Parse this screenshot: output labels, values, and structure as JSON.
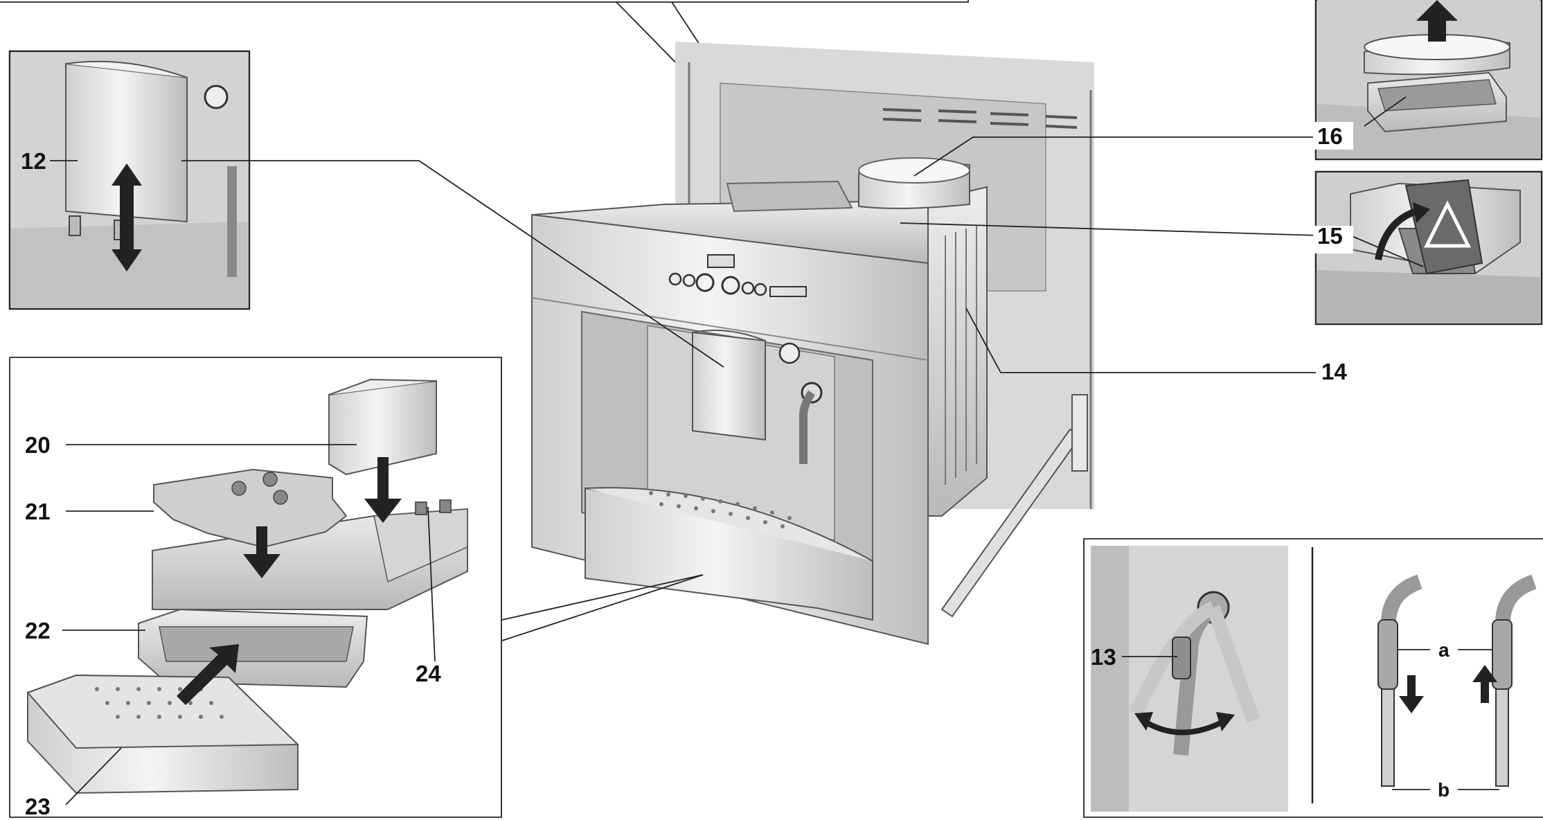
{
  "labels": {
    "c12": "12",
    "c13": "13",
    "c14": "14",
    "c15": "15",
    "c16": "16",
    "c20": "20",
    "c21": "21",
    "c22": "22",
    "c23": "23",
    "c24": "24",
    "ca": "a",
    "cb": "b"
  },
  "icons": {
    "warning": "warning-triangle-icon",
    "arrows": "direction-arrow-icon"
  },
  "colors": {
    "line": "#222222",
    "steel_light": "#f2f2f2",
    "steel_dark": "#b8b8b8"
  }
}
